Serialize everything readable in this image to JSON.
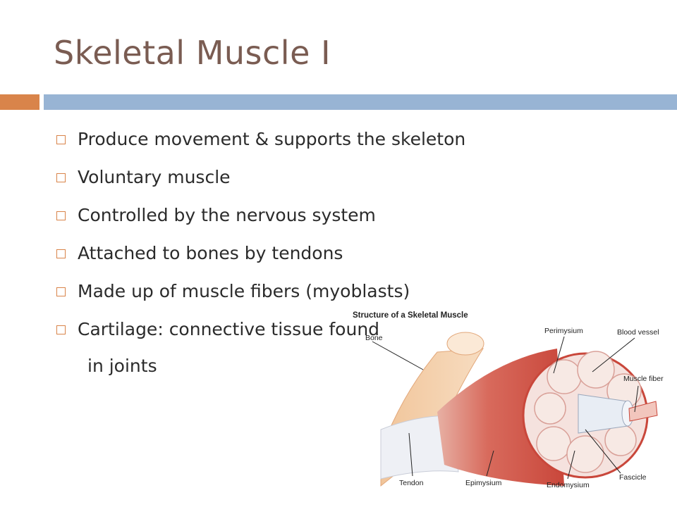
{
  "slide": {
    "title": "Skeletal Muscle I",
    "bullets": [
      {
        "text": "Produce movement & supports the skeleton"
      },
      {
        "text": "Voluntary muscle"
      },
      {
        "text": "Controlled by the nervous system"
      },
      {
        "text": "Attached to bones by tendons"
      },
      {
        "text": "Made up of muscle fibers (myoblasts)"
      },
      {
        "text": "Cartilage: connective tissue found"
      }
    ],
    "bullet_continuation": "in joints"
  },
  "figure": {
    "title": "Structure of a Skeletal Muscle",
    "labels": {
      "bone": "Bone",
      "perimysium": "Perimysium",
      "blood_vessel": "Blood vessel",
      "muscle_fiber": "Muscle fiber",
      "fascicle": "Fascicle",
      "tendon": "Tendon",
      "epimysium": "Epimysium",
      "endomysium": "Endomysium"
    }
  },
  "colors": {
    "accent_orange": "#d9844a",
    "accent_blue": "#98b4d4",
    "title": "#7a5c52"
  }
}
